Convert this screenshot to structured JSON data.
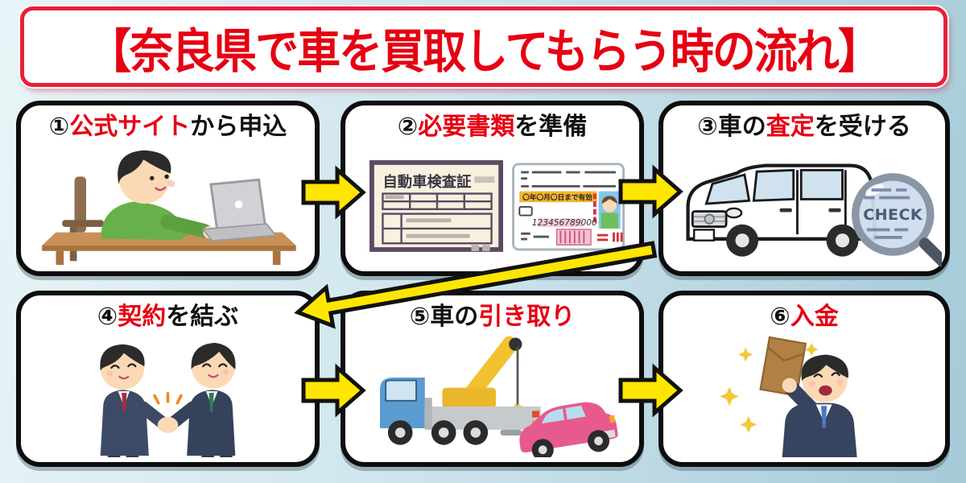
{
  "title": {
    "text": "【奈良県で車を買取してもらう時の流れ】"
  },
  "colors": {
    "accent_red": "#e60012",
    "title_border_red": "#e7203c",
    "arrow_yellow": "#ffe600",
    "box_border_black": "#0d0d0d",
    "background_start": "#e9f4f7",
    "background_end": "#a5cad8"
  },
  "steps": [
    {
      "parts": [
        "①",
        "公式サイト",
        "から申込"
      ],
      "icon": "person-applying-on-laptop"
    },
    {
      "parts": [
        "②",
        "必要書類",
        "を準備"
      ],
      "icon": "inspection-certificate-and-license"
    },
    {
      "parts": [
        "③車の",
        "査定",
        "を受ける"
      ],
      "icon": "car-with-check-magnifier"
    },
    {
      "parts": [
        "④",
        "契約",
        "を結ぶ"
      ],
      "icon": "businessmen-handshake"
    },
    {
      "parts": [
        "⑤車の",
        "引き取り",
        ""
      ],
      "icon": "tow-truck-picking-up-car"
    },
    {
      "parts": [
        "⑥",
        "入金",
        ""
      ],
      "icon": "man-holding-money-envelope"
    }
  ],
  "labels": {
    "shaken_title": "自動車検査証",
    "license_valid": "〇年〇月〇日まで有効",
    "license_number": "123456789000",
    "check": "CHECK"
  }
}
